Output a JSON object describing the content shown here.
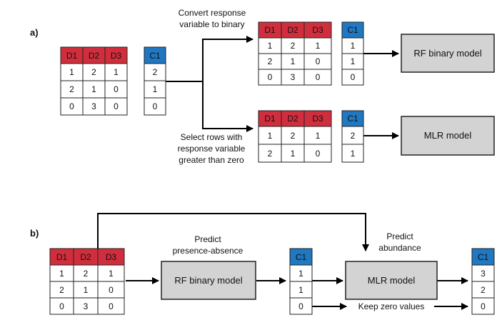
{
  "panel_a": {
    "label": "a)",
    "convert_label": [
      "Convert response",
      "variable to binary"
    ],
    "select_label": [
      "Select rows with",
      "response variable",
      "greater than zero"
    ],
    "input_predictors": {
      "headers": [
        "D1",
        "D2",
        "D3"
      ],
      "rows": [
        [
          "1",
          "2",
          "1"
        ],
        [
          "2",
          "1",
          "0"
        ],
        [
          "0",
          "3",
          "0"
        ]
      ]
    },
    "input_response": {
      "header": "C1",
      "rows": [
        "2",
        "1",
        "0"
      ]
    },
    "binary_predictors": {
      "headers": [
        "D1",
        "D2",
        "D3"
      ],
      "rows": [
        [
          "1",
          "2",
          "1"
        ],
        [
          "2",
          "1",
          "0"
        ],
        [
          "0",
          "3",
          "0"
        ]
      ]
    },
    "binary_response": {
      "header": "C1",
      "rows": [
        "1",
        "1",
        "0"
      ]
    },
    "selected_predictors": {
      "headers": [
        "D1",
        "D2",
        "D3"
      ],
      "rows": [
        [
          "1",
          "2",
          "1"
        ],
        [
          "2",
          "1",
          "0"
        ]
      ]
    },
    "selected_response": {
      "header": "C1",
      "rows": [
        "2",
        "1"
      ]
    },
    "rf_model": "RF binary model",
    "mlr_model": "MLR model"
  },
  "panel_b": {
    "label": "b)",
    "predict_pa_label": [
      "Predict",
      "presence-absence"
    ],
    "predict_ab_label": [
      "Predict",
      "abundance"
    ],
    "keep_zero_label": "Keep zero values",
    "input_predictors": {
      "headers": [
        "D1",
        "D2",
        "D3"
      ],
      "rows": [
        [
          "1",
          "2",
          "1"
        ],
        [
          "2",
          "1",
          "0"
        ],
        [
          "0",
          "3",
          "0"
        ]
      ]
    },
    "pa_output": {
      "header": "C1",
      "rows": [
        "1",
        "1",
        "0"
      ]
    },
    "final_output": {
      "header": "C1",
      "rows": [
        "3",
        "2",
        "0"
      ]
    },
    "rf_model": "RF binary model",
    "mlr_model": "MLR model"
  },
  "colors": {
    "predictor_header": "#d12e3d",
    "response_header": "#1f78c1",
    "model_box": "#d3d3d3"
  }
}
